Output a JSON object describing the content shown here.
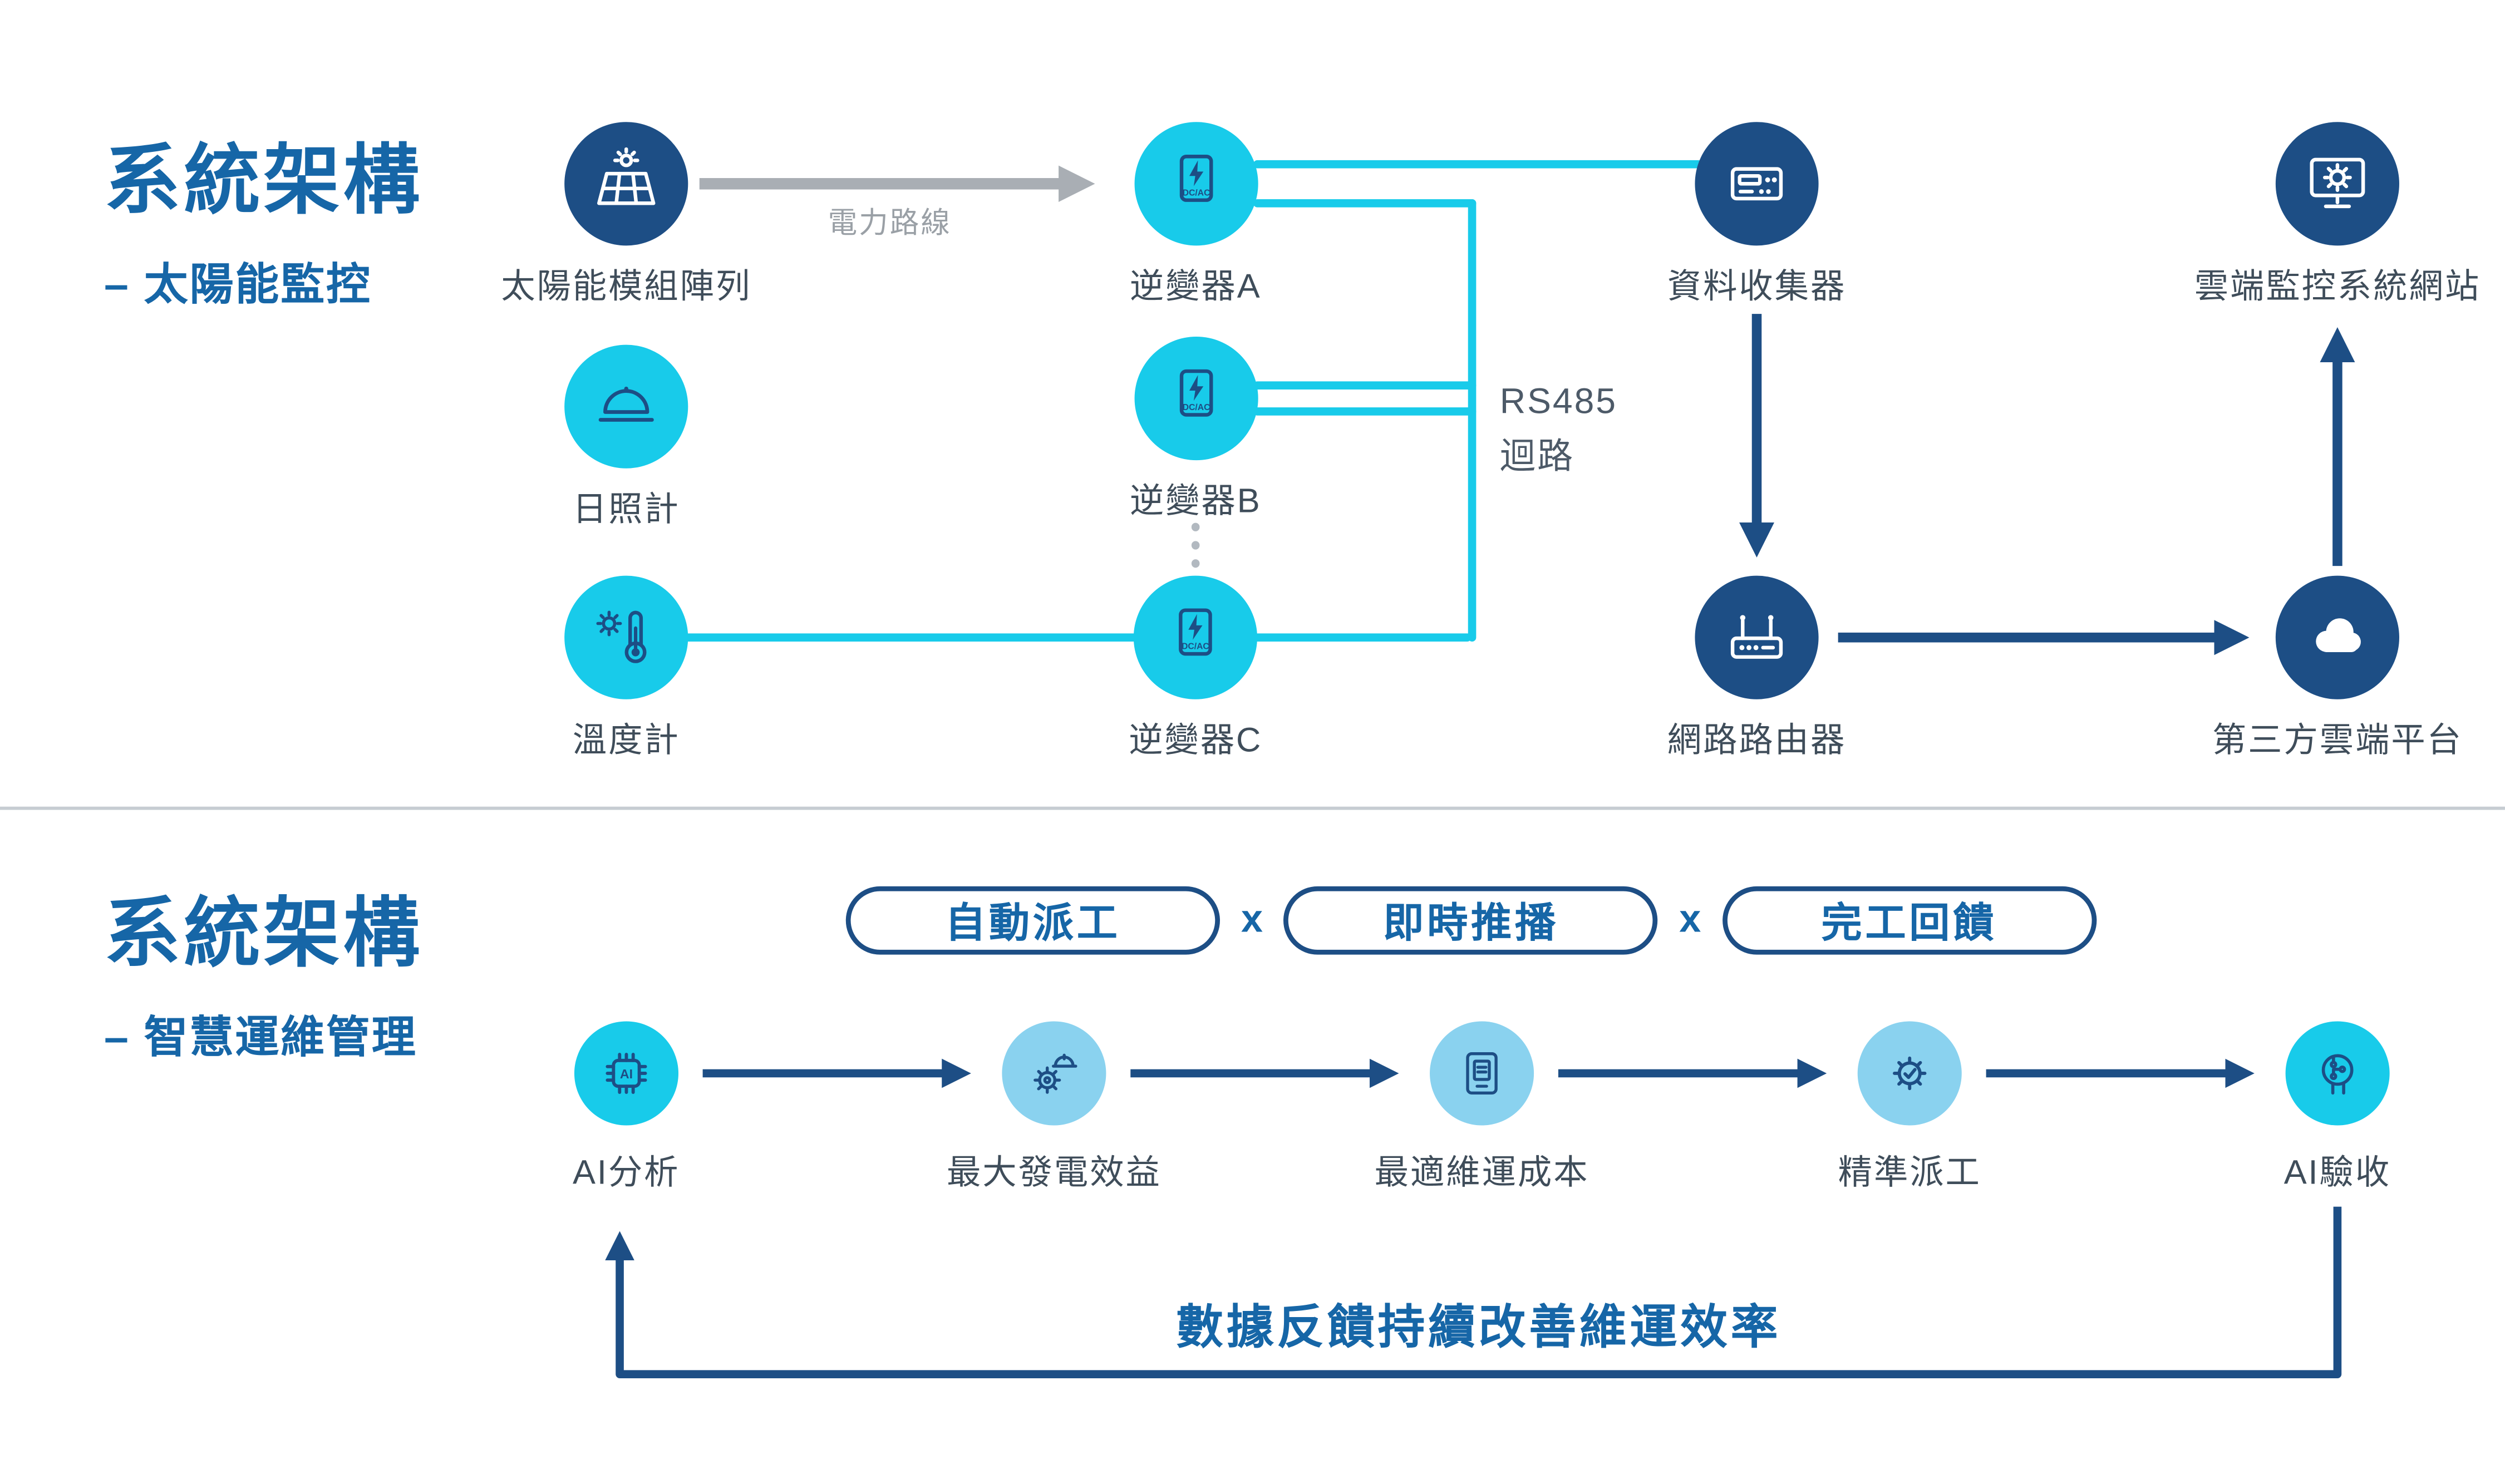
{
  "colors": {
    "navy": "#1d4e85",
    "cyan": "#18cbea",
    "light_blue": "#8ad2ef",
    "title_blue": "#1666a7",
    "gray_arrow": "#a9aeb4",
    "label_gray": "#3f4d5a"
  },
  "section_top": {
    "title": "系統架構",
    "subtitle": "– 太陽能監控",
    "nodes": {
      "solar": "太陽能模組陣列",
      "inverter_a": "逆變器A",
      "inverter_b": "逆變器B",
      "inverter_c": "逆變器C",
      "pyranometer": "日照計",
      "thermometer": "溫度計",
      "collector": "資料收集器",
      "router": "網路路由器",
      "website": "雲端監控系統網站",
      "cloud_platform": "第三方雲端平台"
    },
    "labels": {
      "power_line": "電力路線",
      "rs485_line1": "RS485",
      "rs485_line2": "迴路",
      "inverter_dcac": "DC/AC"
    }
  },
  "section_bottom": {
    "title": "系統架構",
    "subtitle": "– 智慧運維管理",
    "pills": [
      {
        "label": "自動派工"
      },
      {
        "label": "即時推播"
      },
      {
        "label": "完工回饋"
      }
    ],
    "pill_separator": "x",
    "steps": {
      "ai_analysis": "AI分析",
      "max_power": "最大發電效益",
      "optimal_cost": "最適維運成本",
      "precise_dispatch": "精準派工",
      "ai_acceptance": "AI驗收"
    },
    "ai_chip_text": "AI",
    "feedback": "數據反饋持續改善維運效率"
  },
  "icons": {
    "solar": "solar-panel-sun-icon",
    "inverter": "inverter-bolt-dcac-icon",
    "pyranometer": "dome-sensor-icon",
    "thermometer": "thermometer-sun-icon",
    "collector": "datalogger-icon",
    "router": "router-antenna-icon",
    "website": "monitor-gear-icon",
    "cloud_platform": "cloud-icon",
    "ai_analysis": "ai-chip-icon",
    "max_power": "gear-helmet-icon",
    "optimal_cost": "tablet-document-icon",
    "precise_dispatch": "gear-check-icon",
    "ai_acceptance": "head-circuit-icon"
  }
}
